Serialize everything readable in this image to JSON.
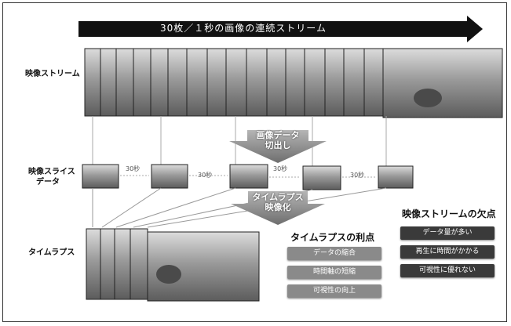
{
  "stream_arrow": {
    "label": "30枚／１秒の画像の連続ストリーム"
  },
  "rows": {
    "stream": "映像ストリーム",
    "slice_line1": "映像スライス",
    "slice_line2": "データ",
    "timelapse": "タイムラプス"
  },
  "chevrons": {
    "extract_line1": "画像データ",
    "extract_line2": "切出し",
    "tl_line1": "タイムラプス",
    "tl_line2": "映像化"
  },
  "gaps": [
    "30秒",
    "30秒",
    "30秒",
    "30秒"
  ],
  "merits": {
    "title": "タイムラプスの利点",
    "items": [
      "データの縮合",
      "時間軸の短縮",
      "可視性の向上"
    ]
  },
  "demerits": {
    "title": "映像ストリームの欠点",
    "items": [
      "データ量が多い",
      "再生に時間がかかる",
      "可視性に優れない"
    ]
  },
  "colors": {
    "merit_pill": "#8a8a8a",
    "demerit_pill": "#3a3a3a",
    "arrow": "#111111",
    "chevron": "#8c8c8c"
  }
}
